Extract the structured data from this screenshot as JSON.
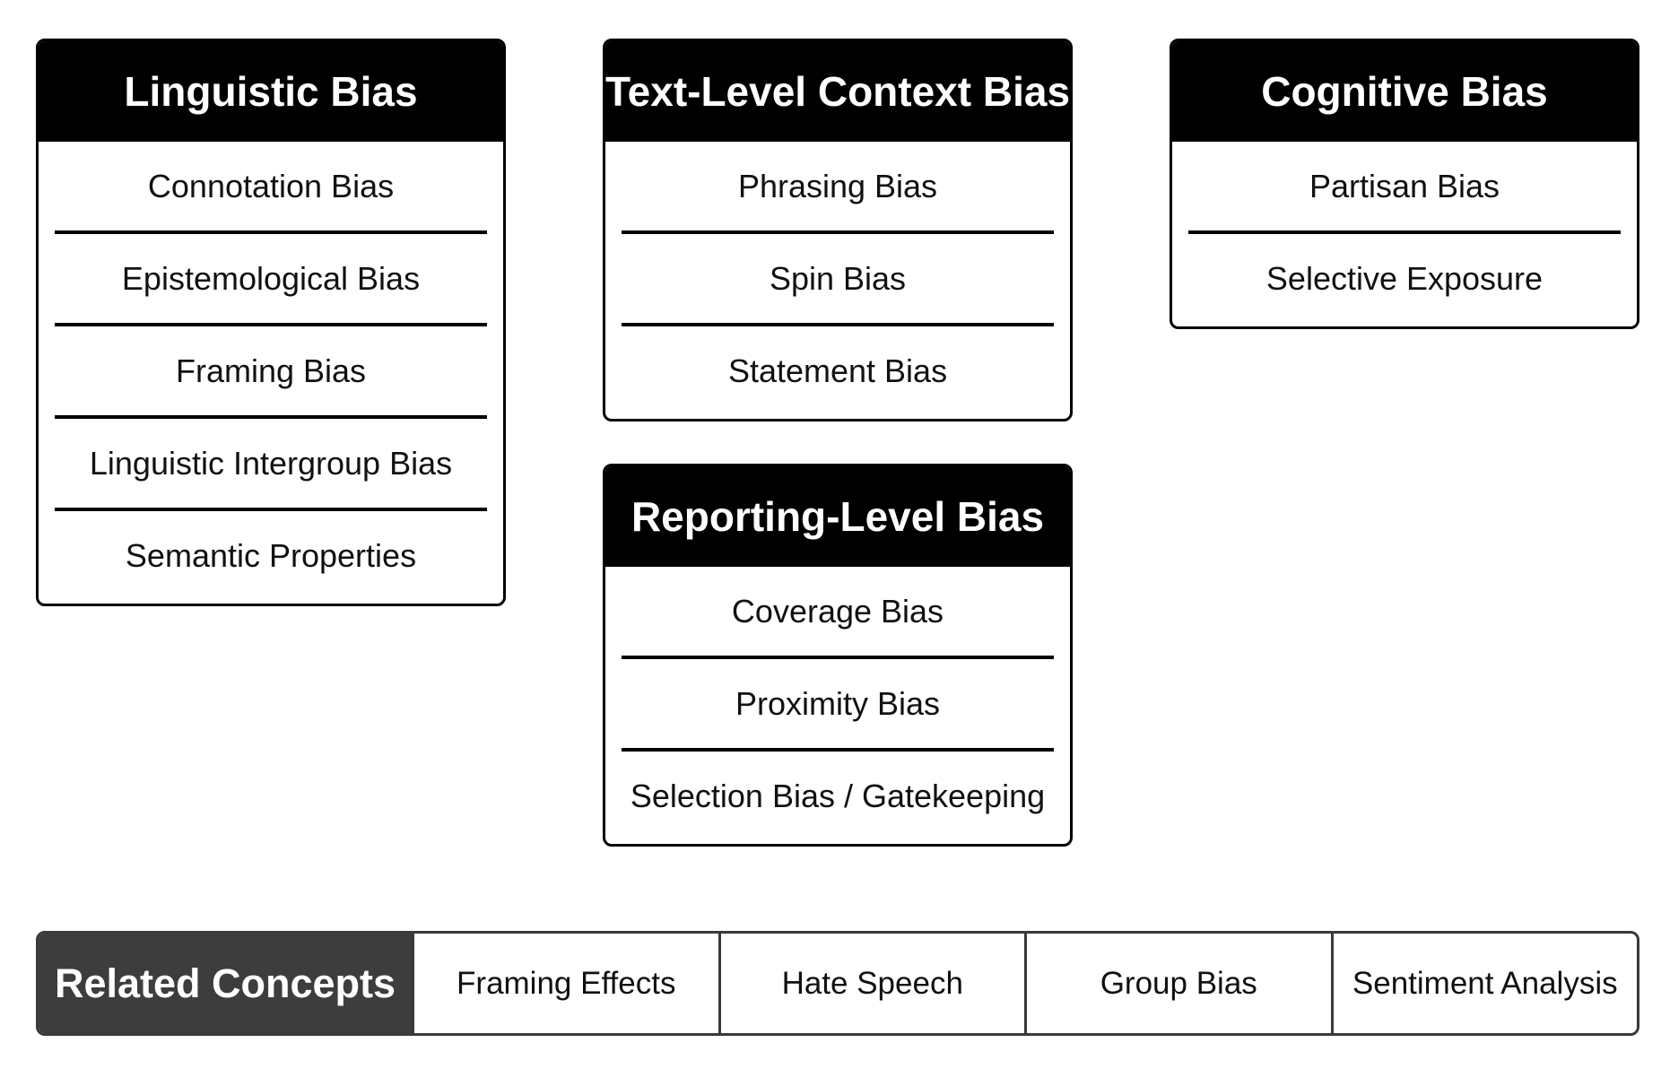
{
  "categories": [
    {
      "title": "Linguistic Bias",
      "items": [
        "Connotation Bias",
        "Epistemological Bias",
        "Framing Bias",
        "Linguistic Intergroup Bias",
        "Semantic Properties"
      ]
    },
    {
      "title": "Text-Level Context Bias",
      "items": [
        "Phrasing Bias",
        "Spin Bias",
        "Statement Bias"
      ]
    },
    {
      "title": "Cognitive Bias",
      "items": [
        "Partisan Bias",
        "Selective Exposure"
      ]
    },
    {
      "title": "Reporting-Level Bias",
      "items": [
        "Coverage Bias",
        "Proximity Bias",
        "Selection Bias / Gatekeeping"
      ]
    }
  ],
  "related": {
    "title": "Related Concepts",
    "items": [
      "Framing Effects",
      "Hate Speech",
      "Group Bias",
      "Sentiment Analysis"
    ]
  },
  "colors": {
    "header_background": "#000000",
    "header_text": "#ffffff",
    "related_title_background": "#3d3d3d",
    "border": "#000000"
  }
}
